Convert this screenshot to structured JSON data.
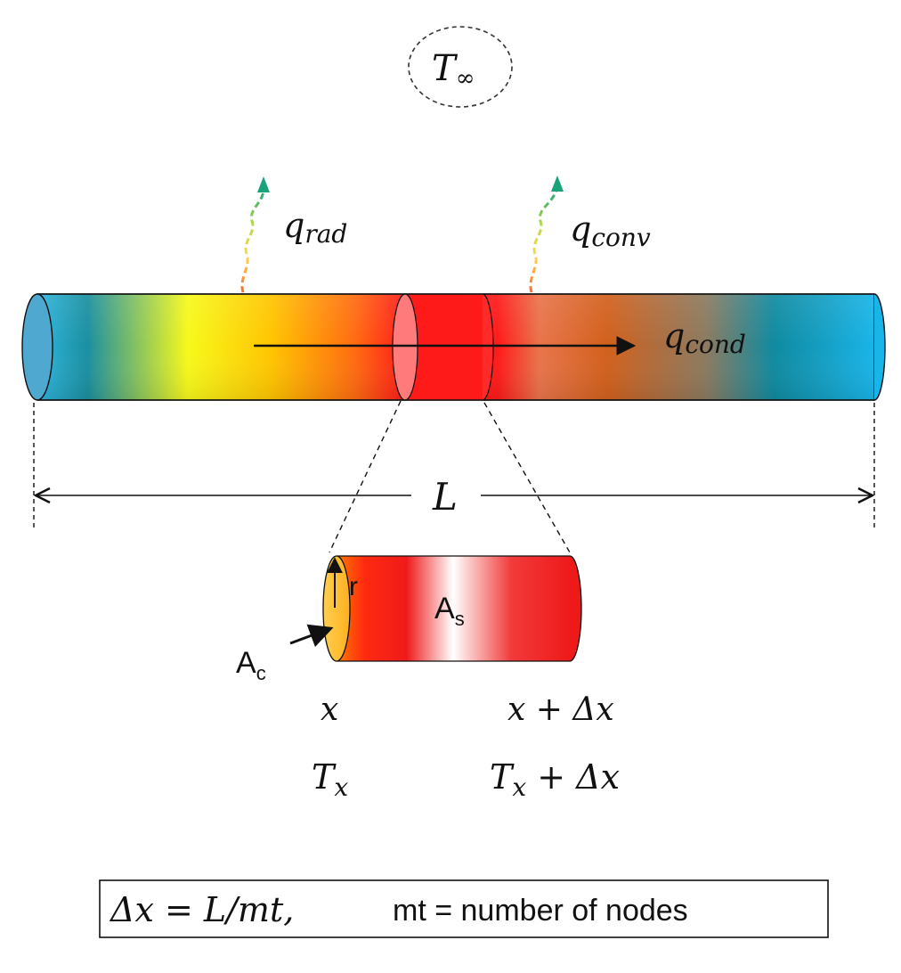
{
  "ambient": {
    "label": "T",
    "sub": "∞"
  },
  "heat_flows": {
    "radiation": {
      "label": "q",
      "sub": "rad"
    },
    "convection": {
      "label": "q",
      "sub": "conv"
    },
    "conduction": {
      "label": "q",
      "sub": "cond"
    }
  },
  "length_label": "L",
  "element": {
    "radius_label": "r",
    "surface_area": {
      "label": "A",
      "sub": "s"
    },
    "cross_section": {
      "label": "A",
      "sub": "c"
    },
    "left_position": "x",
    "right_position": "x + Δx",
    "left_temp": {
      "label": "T",
      "sub": "x"
    },
    "right_temp": {
      "label": "T",
      "sub": "x",
      "suffix": " + Δx"
    }
  },
  "definition_box": {
    "formula": "Δx = L/mt,",
    "note": "mt = number of nodes"
  },
  "colors": {
    "rod_gradient": [
      "#2fb6df",
      "#1a8fa0",
      "#f7f91a",
      "#ffc400",
      "#ff5a00",
      "#ff1111",
      "#e86a30",
      "#ce5a18",
      "#0f8aa0",
      "#19b4e8"
    ],
    "element_red": "#ee1a1a",
    "arrow_tip_green": "#1aa37a",
    "arrow_base_orange": "#ff6a2a"
  }
}
